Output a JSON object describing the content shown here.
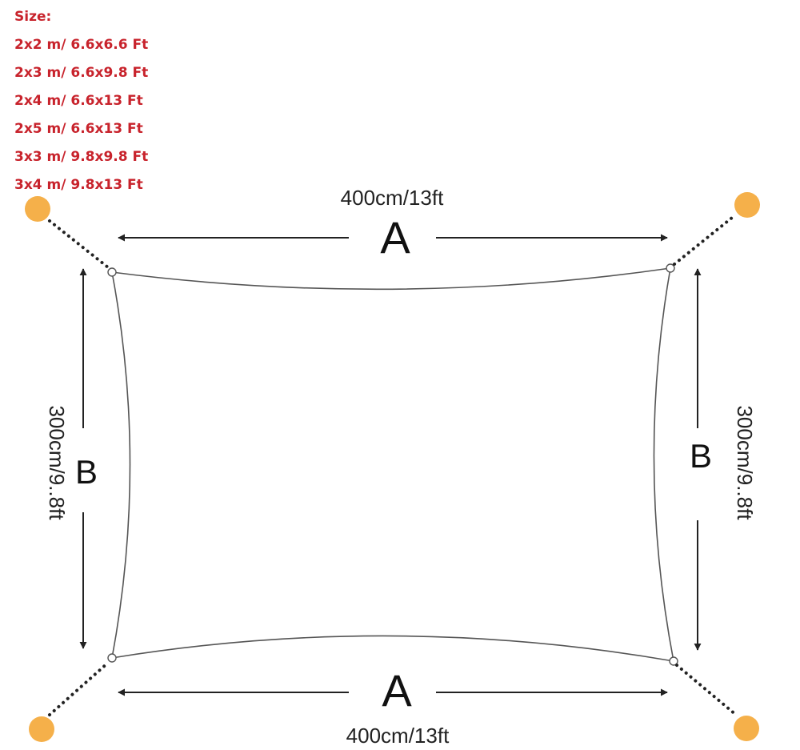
{
  "sizes": {
    "heading": "Size:",
    "items": [
      "2x2 m/ 6.6x6.6 Ft",
      "2x3 m/ 6.6x9.8 Ft",
      "2x4 m/ 6.6x13 Ft",
      "2x5 m/ 6.6x13 Ft",
      "3x3 m/ 9.8x9.8 Ft",
      "3x4 m/ 9.8x13 Ft"
    ]
  },
  "dimensions": {
    "top_label": "400cm/13ft",
    "bottom_label": "400cm/13ft",
    "left_label": "300cm/9..8ft",
    "right_label": "300cm/9..8ft",
    "letter_a": "A",
    "letter_b": "B"
  },
  "colors": {
    "size_text": "#c8232c",
    "anchor": "#f5b04a",
    "line": "#222222",
    "sail_edge": "#555555"
  }
}
